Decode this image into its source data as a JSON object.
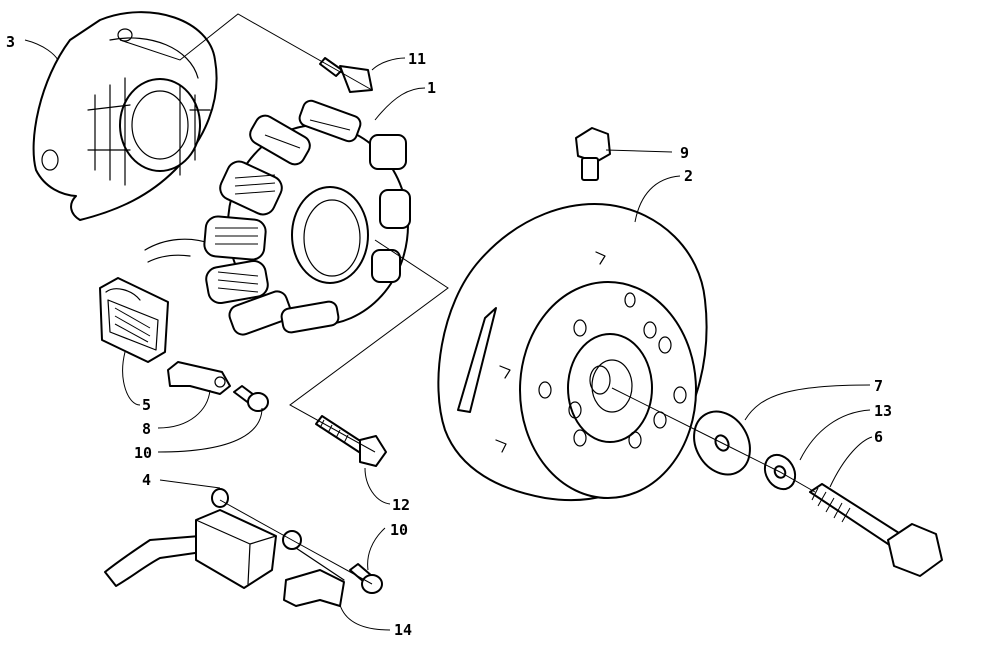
{
  "diagram": {
    "callouts": {
      "c1": "1",
      "c2": "2",
      "c3": "3",
      "c4": "4",
      "c5": "5",
      "c6": "6",
      "c7": "7",
      "c8": "8",
      "c9": "9",
      "c10a": "10",
      "c10b": "10",
      "c11": "11",
      "c12": "12",
      "c13": "13",
      "c14": "14"
    }
  }
}
